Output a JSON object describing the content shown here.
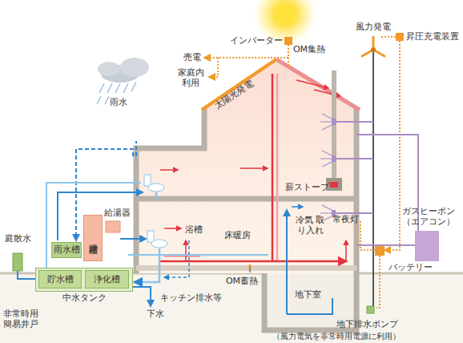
{
  "diagram": {
    "nodes": [
      {
        "text": [
          "貯湯槽"
        ]
      },
      {
        "text": [
          "雨水槽"
        ]
      },
      {
        "text": [
          "中水タンク"
        ]
      },
      {
        "text": [
          "貯水槽"
        ],
        "in": 2
      },
      {
        "text": [
          "浄化槽"
        ],
        "in": 2
      }
    ],
    "labels": [
      "売電",
      "家庭内 利用",
      "インバーター",
      "太陽光発電",
      "OM集熱",
      "風力発電",
      "昇圧充電装置",
      "雨水",
      "給湯器",
      "浴槽",
      "床暖房",
      "薪ストーブ",
      "冷気 取り入れ",
      "常夜灯",
      "ガスヒーポン （エアコン）",
      "バッテリー",
      "OM蓄熱",
      "地下室",
      "キッチン排水等",
      "下水",
      "庭散水",
      "非常時用 簡易井戸",
      "地下排水ポンプ",
      "（風力電気を非常時用電源に利用）"
    ]
  }
}
